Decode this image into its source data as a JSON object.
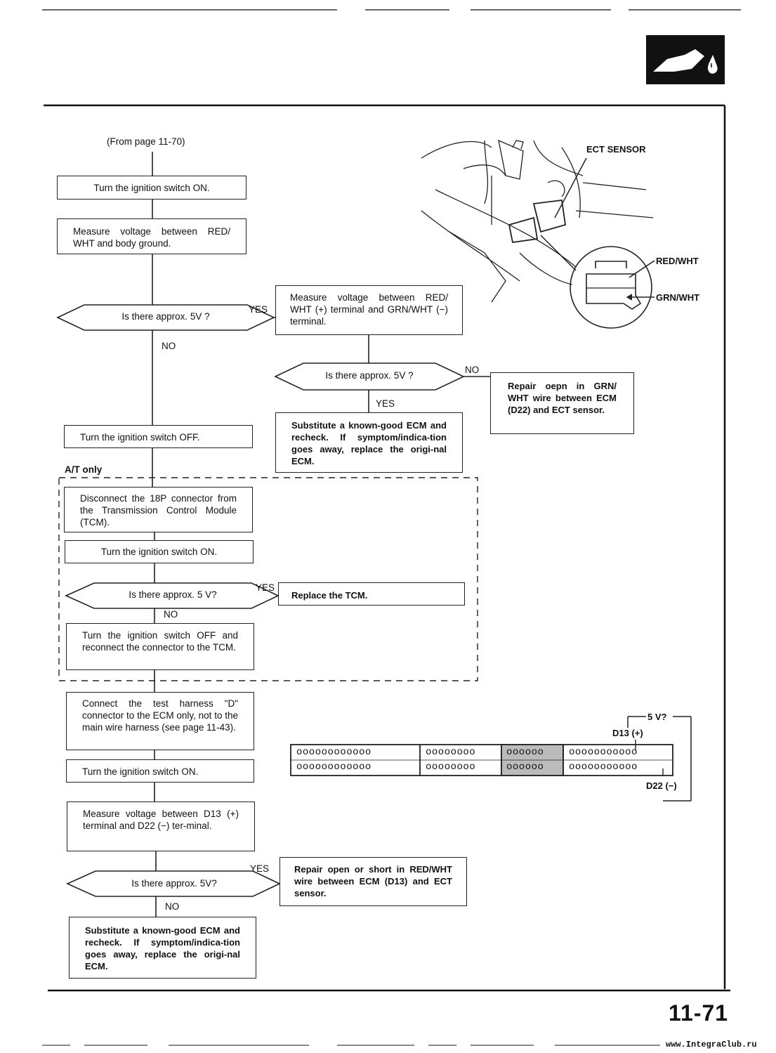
{
  "page_number": "11-71",
  "footer_site": "www.IntegraClub.ru",
  "from_page": "(From page 11-70)",
  "at_only": "A/T only",
  "labels": {
    "yes": "YES",
    "no": "NO"
  },
  "figure": {
    "ect_sensor": "ECT SENSOR",
    "red_wht": "RED/WHT",
    "grn_wht": "GRN/WHT"
  },
  "connector": {
    "five_v": "5 V?",
    "d13": "D13 (+)",
    "d22": "D22 (−)",
    "row1": [
      "oooooooooooo",
      "oooooooo",
      "oooooo",
      "ooooooooooo"
    ],
    "row2": [
      "oooooooooooo",
      "oooooooo",
      "oooooo",
      "ooooooooooo"
    ]
  },
  "steps": {
    "s1": "Turn the ignition switch ON.",
    "s2": "Measure voltage between RED/ WHT and body ground.",
    "d1": "Is there approx. 5V ?",
    "s3": "Measure voltage between RED/ WHT (+) terminal and GRN/WHT (−) terminal.",
    "d2": "Is there approx. 5V ?",
    "s4": "Repair oepn in GRN/ WHT wire between ECM (D22) and ECT sensor.",
    "s5": "Substitute a known-good ECM and recheck. If symptom/indica-tion goes away, replace the origi-nal ECM.",
    "s6": "Turn the ignition switch OFF.",
    "s7": "Disconnect the 18P connector from the Transmission Control Module (TCM).",
    "s8": "Turn the ignition switch ON.",
    "d3": "Is there approx. 5 V?",
    "s9": "Replace the TCM.",
    "s10": "Turn the ignition switch OFF and reconnect the connector to the TCM.",
    "s11": "Connect the test harness \"D\" connector to the ECM only, not to the main wire harness (see page 11-43).",
    "s12": "Turn the ignition switch ON.",
    "s13": "Measure voltage between D13 (+) terminal and D22 (−) ter-minal.",
    "d4": "Is there approx. 5V?",
    "s14": "Repair open or short in RED/WHT wire between ECM (D13) and ECT sensor.",
    "s15": "Substitute a known-good ECM and recheck. If symptom/indica-tion goes away, replace the origi-nal ECM."
  }
}
